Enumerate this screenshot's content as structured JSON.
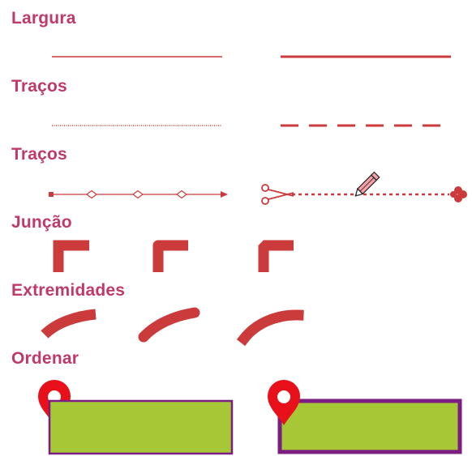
{
  "sections": {
    "largura": "Largura",
    "tracos_1": "Traços",
    "tracos_2": "Traços",
    "juncao": "Junção",
    "extremidades": "Extremidades",
    "ordenar": "Ordenar"
  },
  "colors": {
    "heading": "#c0396b",
    "stroke": "#cc3b3b",
    "marker_red": "#e8101a",
    "fill_green": "#a6c837",
    "border_purple": "#7b1d82",
    "pencil_pink": "#f4a0a8"
  },
  "icons": [
    "scissors-icon",
    "pencil-icon",
    "flower-icon",
    "diamond-marker-icon",
    "location-pin-icon"
  ]
}
